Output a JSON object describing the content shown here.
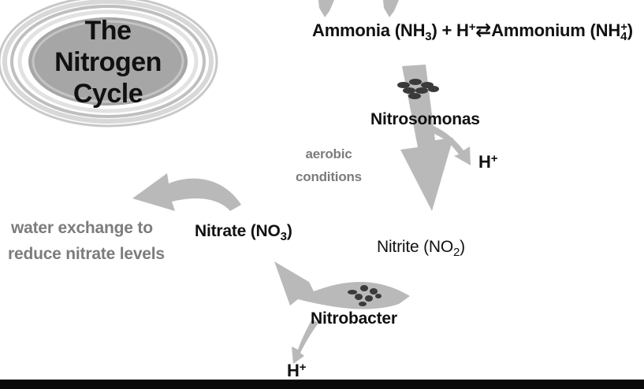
{
  "title": {
    "line1": "The Nitrogen",
    "line2": "Cycle"
  },
  "ammonia": {
    "name": "Ammonia",
    "open": "(NH",
    "sub": "3",
    "close": ") + H",
    "plus": "+",
    "arrows": "⇄"
  },
  "ammonium": {
    "name": "Ammonium",
    "open": "(NH",
    "sub": "4",
    "sup": "+",
    "close": ")"
  },
  "nitrosomonas": "Nitrosomonas",
  "aerobic": {
    "line1": "aerobic",
    "line2": "conditions"
  },
  "h_plus_right": {
    "base": "H",
    "sup": "+"
  },
  "nitrite": {
    "name": "Nitrite",
    "open": "(NO",
    "sub": "2",
    "close": ")"
  },
  "nitrate": {
    "name": "Nitrate",
    "open": "(NO",
    "sub": "3",
    "close": ")"
  },
  "water_exchange": {
    "line1": "water exchange to",
    "line2": "reduce nitrate levels"
  },
  "nitrobacter": "Nitrobacter",
  "h_plus_bottom": {
    "base": "H",
    "sup": "+"
  },
  "colors": {
    "arrow": "#b9b9b9",
    "grey_text": "#7c7c7c",
    "text": "#111111",
    "bacteria": "#3a3a3a"
  },
  "icons": [
    "nitrosomonas-bacteria-icon",
    "nitrobacter-bacteria-icon"
  ]
}
